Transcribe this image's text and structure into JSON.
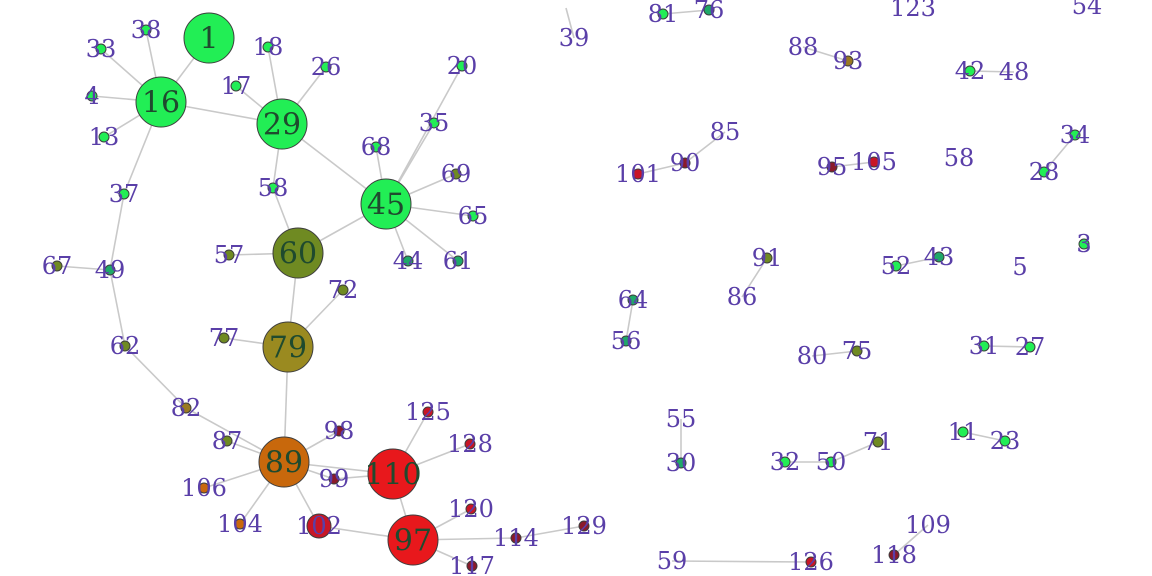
{
  "graph": {
    "node_colors": {
      "green": "#22ee55",
      "teal": "#1fa868",
      "olive": "#6f8a22",
      "gold": "#9a8a20",
      "amber": "#9a7a22",
      "orange": "#c8680c",
      "red": "#e8181c",
      "crimson": "#c81626",
      "maroon": "#8a1a2a"
    },
    "edge_color": "#c9c9c9",
    "label_color": "#5a3fa8",
    "nodes": [
      {
        "id": "1",
        "tier": "big",
        "color": "green"
      },
      {
        "id": "16",
        "tier": "big",
        "color": "green"
      },
      {
        "id": "29",
        "tier": "big",
        "color": "green"
      },
      {
        "id": "45",
        "tier": "big",
        "color": "green"
      },
      {
        "id": "60",
        "tier": "big",
        "color": "olive"
      },
      {
        "id": "79",
        "tier": "big",
        "color": "gold"
      },
      {
        "id": "89",
        "tier": "big",
        "color": "orange"
      },
      {
        "id": "110",
        "tier": "big",
        "color": "red"
      },
      {
        "id": "97",
        "tier": "big",
        "color": "red"
      },
      {
        "id": "102",
        "tier": "mid",
        "color": "crimson"
      },
      {
        "id": "38",
        "tier": "small",
        "color": "green"
      },
      {
        "id": "33",
        "tier": "small",
        "color": "green"
      },
      {
        "id": "4",
        "tier": "small",
        "color": "green"
      },
      {
        "id": "13",
        "tier": "small",
        "color": "green"
      },
      {
        "id": "18",
        "tier": "small",
        "color": "green"
      },
      {
        "id": "17",
        "tier": "small",
        "color": "green"
      },
      {
        "id": "26",
        "tier": "small",
        "color": "green"
      },
      {
        "id": "20",
        "tier": "small",
        "color": "green"
      },
      {
        "id": "35",
        "tier": "small",
        "color": "green"
      },
      {
        "id": "68",
        "tier": "small",
        "color": "green"
      },
      {
        "id": "69",
        "tier": "small",
        "color": "olive"
      },
      {
        "id": "65",
        "tier": "small",
        "color": "green"
      },
      {
        "id": "61",
        "tier": "small",
        "color": "teal"
      },
      {
        "id": "44",
        "tier": "small",
        "color": "teal"
      },
      {
        "id": "58",
        "tier": "small",
        "color": "green"
      },
      {
        "id": "57",
        "tier": "small",
        "color": "olive"
      },
      {
        "id": "72",
        "tier": "small",
        "color": "olive"
      },
      {
        "id": "37",
        "tier": "small",
        "color": "green"
      },
      {
        "id": "49",
        "tier": "small",
        "color": "teal"
      },
      {
        "id": "67",
        "tier": "small",
        "color": "olive"
      },
      {
        "id": "62",
        "tier": "small",
        "color": "olive"
      },
      {
        "id": "82",
        "tier": "small",
        "color": "amber"
      },
      {
        "id": "77",
        "tier": "small",
        "color": "olive"
      },
      {
        "id": "87",
        "tier": "small",
        "color": "olive"
      },
      {
        "id": "106",
        "tier": "small",
        "color": "orange"
      },
      {
        "id": "104",
        "tier": "small",
        "color": "orange"
      },
      {
        "id": "98",
        "tier": "small",
        "color": "maroon"
      },
      {
        "id": "99",
        "tier": "small",
        "color": "maroon"
      },
      {
        "id": "125",
        "tier": "small",
        "color": "crimson"
      },
      {
        "id": "128",
        "tier": "small",
        "color": "crimson"
      },
      {
        "id": "120",
        "tier": "small",
        "color": "crimson"
      },
      {
        "id": "114",
        "tier": "small",
        "color": "maroon"
      },
      {
        "id": "129",
        "tier": "small",
        "color": "maroon"
      },
      {
        "id": "117",
        "tier": "small",
        "color": "maroon"
      },
      {
        "id": "39",
        "tier": "label",
        "color": "green"
      },
      {
        "id": "81",
        "tier": "small",
        "color": "green"
      },
      {
        "id": "76",
        "tier": "small",
        "color": "teal"
      },
      {
        "id": "123",
        "tier": "label",
        "color": "red"
      },
      {
        "id": "54",
        "tier": "label",
        "color": "green"
      },
      {
        "id": "88",
        "tier": "label",
        "color": "olive"
      },
      {
        "id": "93",
        "tier": "small",
        "color": "amber"
      },
      {
        "id": "42",
        "tier": "small",
        "color": "green"
      },
      {
        "id": "48",
        "tier": "label",
        "color": "green"
      },
      {
        "id": "85",
        "tier": "label",
        "color": "red"
      },
      {
        "id": "101",
        "tier": "small",
        "color": "crimson"
      },
      {
        "id": "90",
        "tier": "small",
        "color": "maroon"
      },
      {
        "id": "95",
        "tier": "small",
        "color": "maroon"
      },
      {
        "id": "105",
        "tier": "small",
        "color": "crimson"
      },
      {
        "id": "58b",
        "tier": "label",
        "color": "green",
        "text": "58"
      },
      {
        "id": "34",
        "tier": "small",
        "color": "green"
      },
      {
        "id": "28",
        "tier": "small",
        "color": "green"
      },
      {
        "id": "91",
        "tier": "small",
        "color": "olive"
      },
      {
        "id": "86",
        "tier": "label",
        "color": "olive"
      },
      {
        "id": "52",
        "tier": "small",
        "color": "green"
      },
      {
        "id": "43",
        "tier": "small",
        "color": "teal"
      },
      {
        "id": "5",
        "tier": "label",
        "color": "green"
      },
      {
        "id": "3",
        "tier": "small",
        "color": "green"
      },
      {
        "id": "64",
        "tier": "small",
        "color": "teal"
      },
      {
        "id": "56",
        "tier": "small",
        "color": "teal"
      },
      {
        "id": "80",
        "tier": "label",
        "color": "olive"
      },
      {
        "id": "75",
        "tier": "small",
        "color": "olive"
      },
      {
        "id": "31",
        "tier": "small",
        "color": "green"
      },
      {
        "id": "27",
        "tier": "small",
        "color": "green"
      },
      {
        "id": "55",
        "tier": "label",
        "color": "teal"
      },
      {
        "id": "30",
        "tier": "small",
        "color": "teal"
      },
      {
        "id": "32",
        "tier": "small",
        "color": "green"
      },
      {
        "id": "50",
        "tier": "small",
        "color": "green"
      },
      {
        "id": "71",
        "tier": "small",
        "color": "olive"
      },
      {
        "id": "11",
        "tier": "small",
        "color": "green"
      },
      {
        "id": "23",
        "tier": "small",
        "color": "green"
      },
      {
        "id": "109",
        "tier": "label",
        "color": "maroon"
      },
      {
        "id": "118",
        "tier": "small",
        "color": "maroon"
      },
      {
        "id": "59",
        "tier": "label",
        "color": "teal"
      },
      {
        "id": "126",
        "tier": "small",
        "color": "crimson"
      }
    ],
    "edges": [
      [
        "1",
        "16"
      ],
      [
        "16",
        "38"
      ],
      [
        "16",
        "33"
      ],
      [
        "16",
        "4"
      ],
      [
        "16",
        "13"
      ],
      [
        "16",
        "29"
      ],
      [
        "16",
        "37"
      ],
      [
        "29",
        "18"
      ],
      [
        "29",
        "17"
      ],
      [
        "29",
        "26"
      ],
      [
        "29",
        "58"
      ],
      [
        "29",
        "45"
      ],
      [
        "45",
        "20"
      ],
      [
        "45",
        "35"
      ],
      [
        "45",
        "68"
      ],
      [
        "45",
        "69"
      ],
      [
        "45",
        "65"
      ],
      [
        "45",
        "61"
      ],
      [
        "45",
        "44"
      ],
      [
        "45",
        "60"
      ],
      [
        "58",
        "60"
      ],
      [
        "60",
        "57"
      ],
      [
        "60",
        "79"
      ],
      [
        "72",
        "79"
      ],
      [
        "37",
        "49"
      ],
      [
        "49",
        "67"
      ],
      [
        "49",
        "62"
      ],
      [
        "62",
        "82"
      ],
      [
        "82",
        "89"
      ],
      [
        "79",
        "77"
      ],
      [
        "79",
        "89"
      ],
      [
        "89",
        "87"
      ],
      [
        "89",
        "106"
      ],
      [
        "89",
        "104"
      ],
      [
        "89",
        "98"
      ],
      [
        "89",
        "99"
      ],
      [
        "89",
        "110"
      ],
      [
        "89",
        "102"
      ],
      [
        "102",
        "97"
      ],
      [
        "110",
        "125"
      ],
      [
        "110",
        "128"
      ],
      [
        "110",
        "97"
      ],
      [
        "110",
        "99"
      ],
      [
        "97",
        "120"
      ],
      [
        "97",
        "114"
      ],
      [
        "114",
        "129"
      ],
      [
        "97",
        "117"
      ],
      [
        "39",
        "39p"
      ],
      [
        "81",
        "76"
      ],
      [
        "88",
        "93"
      ],
      [
        "42",
        "48"
      ],
      [
        "85",
        "90"
      ],
      [
        "101",
        "90"
      ],
      [
        "95",
        "105"
      ],
      [
        "34",
        "28"
      ],
      [
        "91",
        "86"
      ],
      [
        "52",
        "43"
      ],
      [
        "64",
        "56"
      ],
      [
        "80",
        "75"
      ],
      [
        "31",
        "27"
      ],
      [
        "55",
        "30"
      ],
      [
        "32",
        "50"
      ],
      [
        "50",
        "71"
      ],
      [
        "11",
        "23"
      ],
      [
        "109",
        "118"
      ],
      [
        "59",
        "126"
      ]
    ]
  }
}
